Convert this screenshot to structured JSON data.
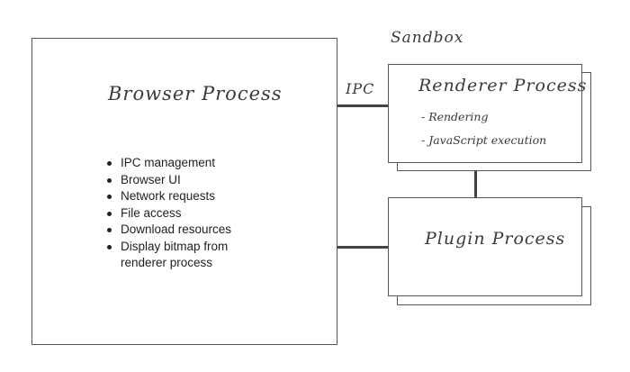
{
  "sandbox_label": "Sandbox",
  "ipc_label": "IPC",
  "browser_process": {
    "title": "Browser Process",
    "items": [
      "IPC management",
      "Browser UI",
      "Network requests",
      "File access",
      "Download resources",
      "Display bitmap from renderer process"
    ]
  },
  "renderer_process": {
    "title": "Renderer Process",
    "items": [
      "- Rendering",
      "- JavaScript execution"
    ]
  },
  "plugin_process": {
    "title": "Plugin Process"
  }
}
